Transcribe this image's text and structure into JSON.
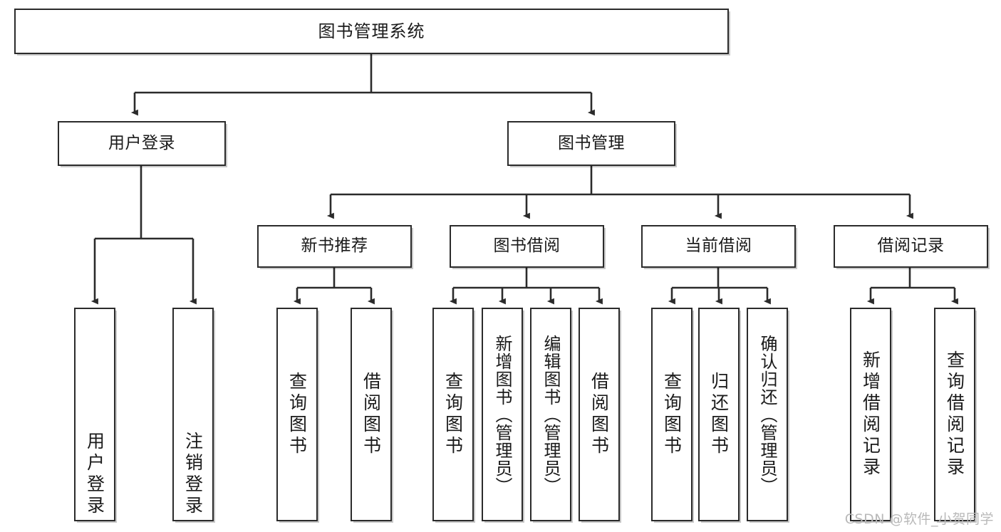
{
  "diagram": {
    "title": "图书管理系统",
    "type": "tree-hierarchy",
    "stroke_color": "#2b2b2b",
    "fill_color": "#ffffff",
    "text_color": "#1a1a1a"
  },
  "watermark": {
    "text": "CSDN @软件_小贺同学",
    "color": "#b9b9b9"
  },
  "nodes": {
    "root": {
      "label": "图书管理系统"
    },
    "level1": [
      {
        "label": "用户登录"
      },
      {
        "label": "图书管理"
      }
    ],
    "level2": [
      {
        "label": "新书推荐"
      },
      {
        "label": "图书借阅"
      },
      {
        "label": "当前借阅"
      },
      {
        "label": "借阅记录"
      }
    ],
    "leaves": {
      "user_login": [
        {
          "label": "用户登录"
        },
        {
          "label": "注销登录"
        }
      ],
      "new_book": [
        {
          "label": "查询图书"
        },
        {
          "label": "借阅图书"
        }
      ],
      "book_borrow": [
        {
          "label": "查询图书"
        },
        {
          "label": "新增图书（管理员）"
        },
        {
          "label": "编辑图书（管理员）"
        },
        {
          "label": "借阅图书"
        }
      ],
      "current_borrow": [
        {
          "label": "查询图书"
        },
        {
          "label": "归还图书"
        },
        {
          "label": "确认归还（管理员）"
        }
      ],
      "borrow_record": [
        {
          "label": "新增借阅记录"
        },
        {
          "label": "查询借阅记录"
        }
      ]
    }
  }
}
